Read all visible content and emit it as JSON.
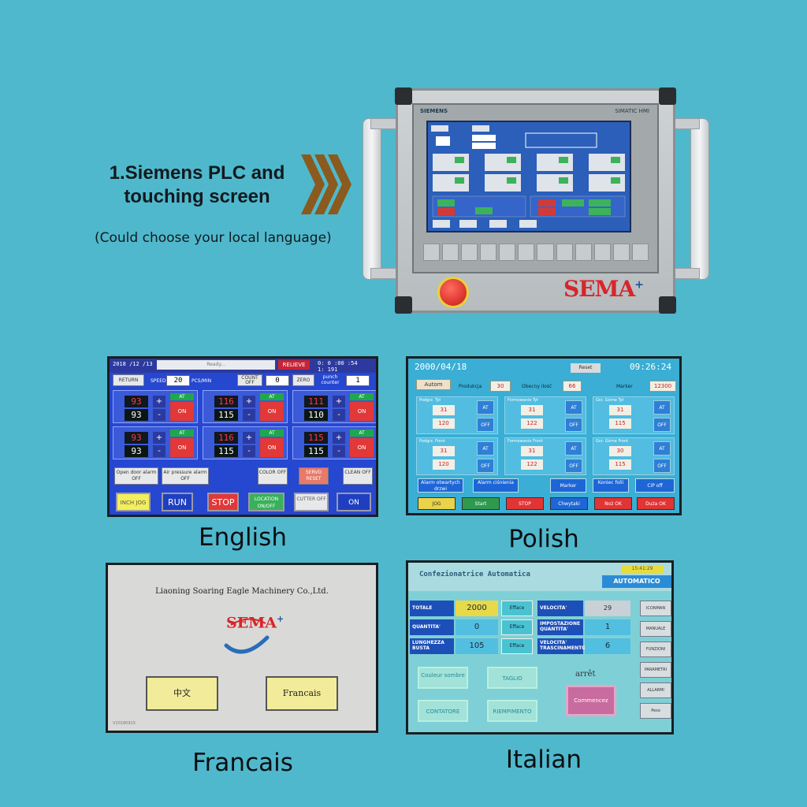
{
  "headline": {
    "line1": "1.Siemens PLC and",
    "line2": "touching screen"
  },
  "subline": "(Could choose your local language)",
  "colors": {
    "background": "#4fb8cc",
    "chevron": "#8a5a1e",
    "accent_red": "#d6262b"
  },
  "device": {
    "brand_left": "SIEMENS",
    "brand_right": "SIMATIC HMI",
    "logo": "SEMA",
    "logo_sup": "+",
    "icons": {
      "stop": "emergency-stop-icon"
    }
  },
  "panels": {
    "english": {
      "caption": "English",
      "date": "2018 /12 /13",
      "status": "Ready...",
      "relieve": "RELIEVE",
      "clock_top": "0:   0  :00 :54",
      "clock_bottom": "1:   191",
      "return": "RETURN",
      "speed_label": "SPEED",
      "speed_value": "20",
      "speed_unit": "PCS/MIN",
      "count_label": "COUNT OFF",
      "count_value": "0",
      "zero": "ZERO",
      "punch": "punch counter",
      "punch_value": "1",
      "zones": [
        {
          "pv": "93",
          "sv": "93",
          "at": "AT",
          "on": "ON"
        },
        {
          "pv": "116",
          "sv": "115",
          "at": "AT",
          "on": "ON"
        },
        {
          "pv": "111",
          "sv": "110",
          "at": "AT",
          "on": "ON"
        },
        {
          "pv": "93",
          "sv": "93",
          "at": "AT",
          "on": "ON"
        },
        {
          "pv": "116",
          "sv": "115",
          "at": "AT",
          "on": "ON"
        },
        {
          "pv": "115",
          "sv": "115",
          "at": "AT",
          "on": "ON"
        }
      ],
      "alarms": {
        "door": "Open door alarm OFF",
        "air": "Air pressure alarm OFF",
        "color": "COLOR OFF",
        "servo": "SERVO RESET",
        "clean": "CLEAN OFF"
      },
      "buttons": {
        "inch": "INCH JOG",
        "run": "RUN",
        "stop": "STOP",
        "location": "LOCATION ON/OFF",
        "cutter": "CUTTER OFF",
        "on": "ON"
      }
    },
    "polish": {
      "caption": "Polish",
      "date": "2000/04/18",
      "time": "09:26:24",
      "reset": "Reset",
      "auto": "Autom",
      "production_label": "Produkcja",
      "production_value": "30",
      "count_label": "Obecny ilość",
      "count_value": "66",
      "marker_label": "Marker",
      "marker_value": "12300",
      "groups": [
        {
          "label": "Podgrz. Tył",
          "v1": "31",
          "v2": "120",
          "at": "AT",
          "off": "OFF"
        },
        {
          "label": "Formowanie Tył",
          "v1": "31",
          "v2": "122",
          "at": "AT",
          "off": "OFF"
        },
        {
          "label": "Grz. Górne Tył",
          "v1": "31",
          "v2": "115",
          "at": "AT",
          "off": "OFF"
        },
        {
          "label": "Podgrz. Front",
          "v1": "31",
          "v2": "120",
          "at": "AT",
          "off": "OFF"
        },
        {
          "label": "Formowanie Front",
          "v1": "31",
          "v2": "122",
          "at": "AT",
          "off": "OFF"
        },
        {
          "label": "Grz. Górne Front",
          "v1": "30",
          "v2": "115",
          "at": "AT",
          "off": "OFF"
        }
      ],
      "row1": {
        "door": "Alarm otwartych drzwi",
        "pressure": "Alarm ciśnienia",
        "marker": "Marker",
        "foil": "Koniec folii",
        "cip": "CiP off"
      },
      "row2": {
        "jog": "JOG",
        "start": "Start",
        "stop": "STOP",
        "grab": "Chwytaki",
        "nozok": "Noż OK",
        "duzok": "Duża OK"
      }
    },
    "francais": {
      "caption": "Francais",
      "company": "Liaoning Soaring Eagle Machinery Co.,Ltd.",
      "logo": "SEMA",
      "logo_sup": "+",
      "btn_cn": "中文",
      "btn_fr": "Francais",
      "footer": "V20180915"
    },
    "italian": {
      "caption": "Italian",
      "title": "Confezionatrice Automatica",
      "time": "15:41:29",
      "mode": "AUTOMATICO",
      "totale_label": "TOTALE",
      "totale_value": "2000",
      "quantita_label": "QUANTITA'",
      "quantita_value": "0",
      "lunghezza_label": "LUNGHEZZA BUSTA",
      "lunghezza_value": "105",
      "efface": "Efface",
      "velocita_label": "VELOCITA'",
      "velocita_value": "29",
      "impostazione_label": "IMPOSTAZIONE QUANTITA'",
      "impostazione_value": "1",
      "trascinamento_label": "VELOCITA' TRASCINAMENTO",
      "trascinamento_value": "6",
      "couleur": "Couleur sombre",
      "taglio": "TAGLIO",
      "contatore": "CONTATORE",
      "riempimento": "RIEMPIMENTO",
      "arret": "arrêt",
      "commencez": "Commencez",
      "side": [
        "ICONMAN",
        "MANUALE",
        "FUNZIONI",
        "PARAMETRI",
        "ALLARMI",
        "Peso"
      ]
    }
  }
}
